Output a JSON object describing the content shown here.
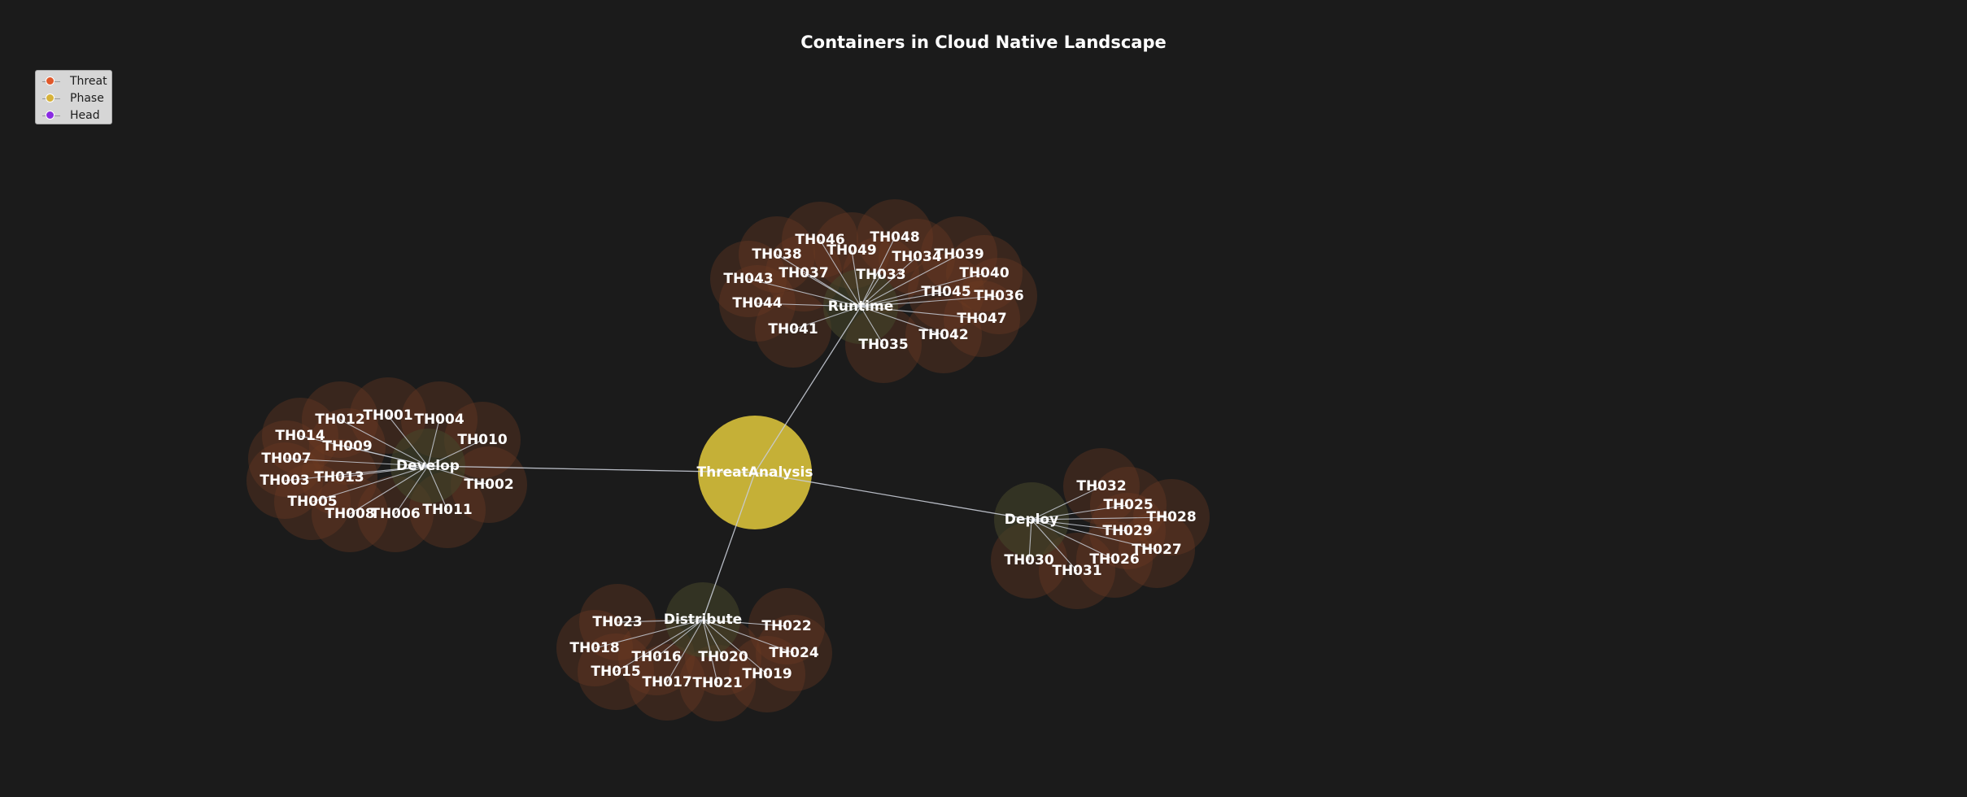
{
  "title": "Containers in Cloud Native Landscape",
  "legend": [
    {
      "label": "Threat",
      "color": "#e0582a"
    },
    {
      "label": "Phase",
      "color": "#d6b23a"
    },
    {
      "label": "Head",
      "color": "#8a2be2"
    }
  ],
  "colors": {
    "background": "#1b1b1b",
    "edge": "#c8ccd6",
    "threat_fill": "#6b3a22",
    "phase_fill": "#45452a",
    "head_fill": "#d4bd3a"
  },
  "graph": {
    "head": {
      "id": "ThreatAnalysis",
      "label": "ThreatAnalysis"
    },
    "phases": [
      {
        "id": "Develop",
        "label": "Develop",
        "threats": [
          "TH001",
          "TH002",
          "TH003",
          "TH004",
          "TH005",
          "TH006",
          "TH007",
          "TH008",
          "TH009",
          "TH010",
          "TH011",
          "TH012",
          "TH013",
          "TH014"
        ]
      },
      {
        "id": "Runtime",
        "label": "Runtime",
        "threats": [
          "TH033",
          "TH034",
          "TH035",
          "TH036",
          "TH037",
          "TH038",
          "TH039",
          "TH040",
          "TH041",
          "TH042",
          "TH043",
          "TH044",
          "TH045",
          "TH046",
          "TH047",
          "TH048",
          "TH049"
        ]
      },
      {
        "id": "Deploy",
        "label": "Deploy",
        "threats": [
          "TH025",
          "TH026",
          "TH027",
          "TH028",
          "TH029",
          "TH030",
          "TH031",
          "TH032"
        ]
      },
      {
        "id": "Distribute",
        "label": "Distribute",
        "threats": [
          "TH015",
          "TH016",
          "TH017",
          "TH018",
          "TH019",
          "TH020",
          "TH021",
          "TH022",
          "TH023",
          "TH024"
        ]
      }
    ]
  }
}
